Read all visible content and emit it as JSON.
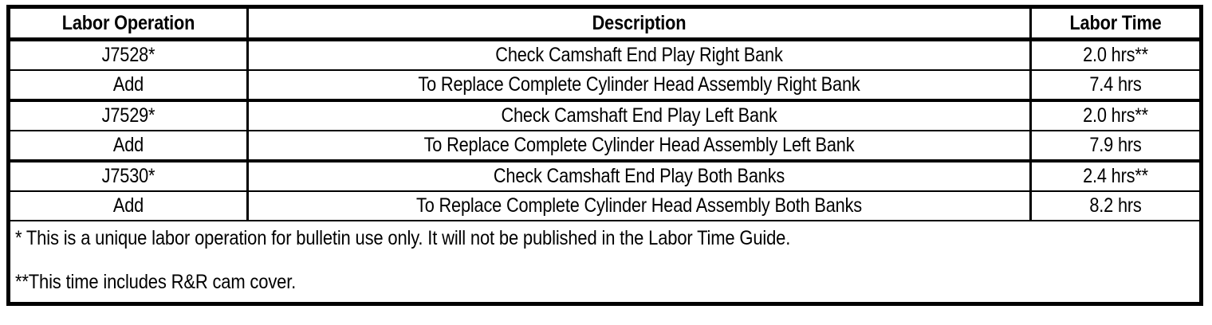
{
  "document": {
    "type": "labor-operation-table",
    "colors": {
      "border": "#000000",
      "text": "#000000",
      "background": "#ffffff"
    }
  },
  "table": {
    "columns": [
      {
        "key": "labor_operation",
        "label": "Labor Operation",
        "align": "center"
      },
      {
        "key": "description",
        "label": "Description",
        "align": "center"
      },
      {
        "key": "labor_time",
        "label": "Labor Time",
        "align": "center"
      }
    ],
    "rows": [
      {
        "labor_operation": "J7528*",
        "description": "Check Camshaft End Play Right Bank",
        "labor_time": "2.0 hrs**",
        "divider": "thin"
      },
      {
        "labor_operation": "Add",
        "description": "To Replace Complete Cylinder Head Assembly Right Bank",
        "labor_time": "7.4 hrs",
        "divider": "thick"
      },
      {
        "labor_operation": "J7529*",
        "description": "Check Camshaft End Play Left Bank",
        "labor_time": "2.0 hrs**",
        "divider": "thin"
      },
      {
        "labor_operation": "Add",
        "description": "To Replace Complete Cylinder Head Assembly Left Bank",
        "labor_time": "7.9 hrs",
        "divider": "thick"
      },
      {
        "labor_operation": "J7530*",
        "description": "Check Camshaft End Play Both Banks",
        "labor_time": "2.4 hrs**",
        "divider": "thin"
      },
      {
        "labor_operation": "Add",
        "description": "To Replace Complete Cylinder Head Assembly Both Banks",
        "labor_time": "8.2 hrs",
        "divider": "thin"
      }
    ],
    "footnotes": [
      "* This is a unique labor operation for bulletin use only. It will not be published in the Labor Time Guide.",
      "**This time includes R&R cam cover."
    ]
  }
}
